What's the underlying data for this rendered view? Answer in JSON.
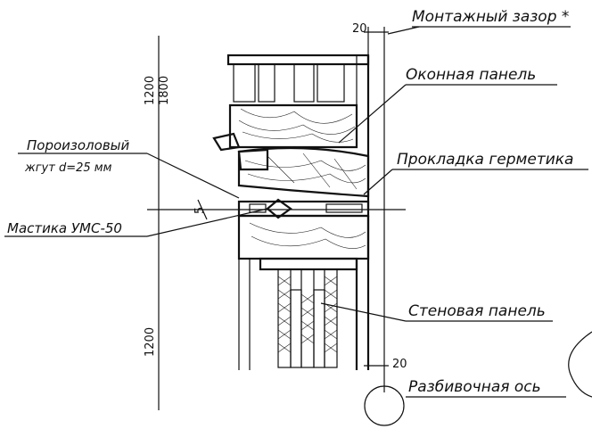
{
  "labels": {
    "mounting_gap": "Монтажный зазор *",
    "window_panel": "Оконная панель",
    "porous_cord_1": "Пороизоловый",
    "porous_cord_2": "жгут d=25 мм",
    "sealant_gasket": "Прокладка герметика",
    "mastic": "Мастика УМС-50",
    "wall_panel": "Стеновая панель",
    "setting_out_axis": "Разбивочная ось"
  },
  "dimensions": {
    "gap_top": "20",
    "gap_bottom": "20",
    "seam": "5",
    "h_upper_a": "1200",
    "h_upper_b": "1800",
    "h_lower": "1200"
  }
}
